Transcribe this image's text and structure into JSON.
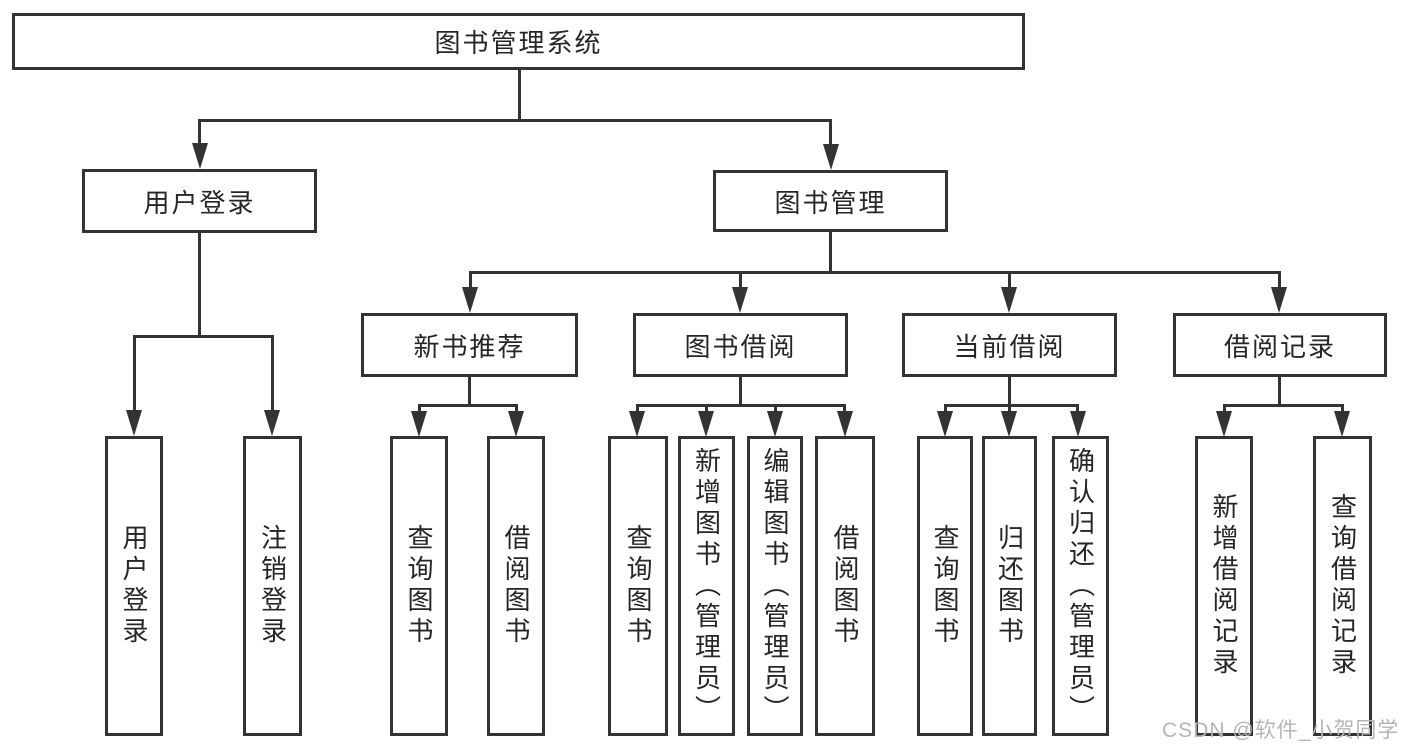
{
  "title": "图书管理系统",
  "tree": {
    "root": {
      "label": "图书管理系统"
    },
    "children": [
      {
        "label": "用户登录",
        "children": [
          {
            "label": "用户登录"
          },
          {
            "label": "注销登录"
          }
        ]
      },
      {
        "label": "图书管理",
        "children": [
          {
            "label": "新书推荐",
            "children": [
              {
                "label": "查询图书"
              },
              {
                "label": "借阅图书"
              }
            ]
          },
          {
            "label": "图书借阅",
            "children": [
              {
                "label": "查询图书"
              },
              {
                "label": "新增图书（管理员）"
              },
              {
                "label": "编辑图书（管理员）"
              },
              {
                "label": "借阅图书"
              }
            ]
          },
          {
            "label": "当前借阅",
            "children": [
              {
                "label": "查询图书"
              },
              {
                "label": "归还图书"
              },
              {
                "label": "确认归还（管理员）"
              }
            ]
          },
          {
            "label": "借阅记录",
            "children": [
              {
                "label": "新增借阅记录"
              },
              {
                "label": "查询借阅记录"
              }
            ]
          }
        ]
      }
    ]
  },
  "watermark": {
    "text": "CSDN @软件_小贺同学",
    "color": "#b5b5b5"
  },
  "colors": {
    "line": "#333333",
    "box_background": "#ffffff",
    "text": "#262626"
  }
}
